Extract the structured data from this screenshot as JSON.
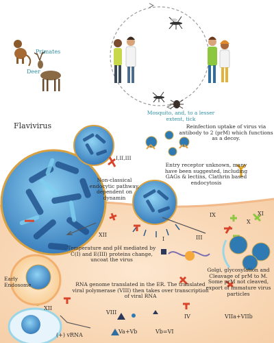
{
  "transmission": {
    "primates": "Primates",
    "deer": "Deer",
    "vector": "Mosquito, and, to a lesser extent, tick"
  },
  "virus": {
    "title": "Flavivirus",
    "inhibitor_top": "I,II,III",
    "endocytosis": "Non-classical endocytic pathway, dependent on dynamin",
    "reinfection": "Reinfection uptake of virus via antibody to 2 (prM) which functions as a decoy.",
    "entry_receptor": "Entry receptor unknown, many have been suggested, including GAGs & lectins, Clathrin based endocytosis"
  },
  "steps": {
    "ix": "IX",
    "x": "X",
    "xi": "XI",
    "xii_upper": "XII",
    "i": "I",
    "iii": "III",
    "uncoat": "Temperature and pH mediated by C(I) and E(III) proteins change, uncoat the virus",
    "golgi": "Golgi, glycosylation and Cleavage of prM to M. Some prM not cleaved, export of immature virus particles",
    "early_endosome": "Early Endosome",
    "translation": "RNA genome translated in the ER. The translated viral polymerase (VIII) then takes over transcription of viral RNA",
    "xii_lower": "XII",
    "viii": "VIII",
    "iv": "IV",
    "viia_viib": "VIIa+VIIb",
    "va_vb": "Va+Vb",
    "vb_vi": "Vb=VI",
    "vrna": "(+) vRNA"
  }
}
